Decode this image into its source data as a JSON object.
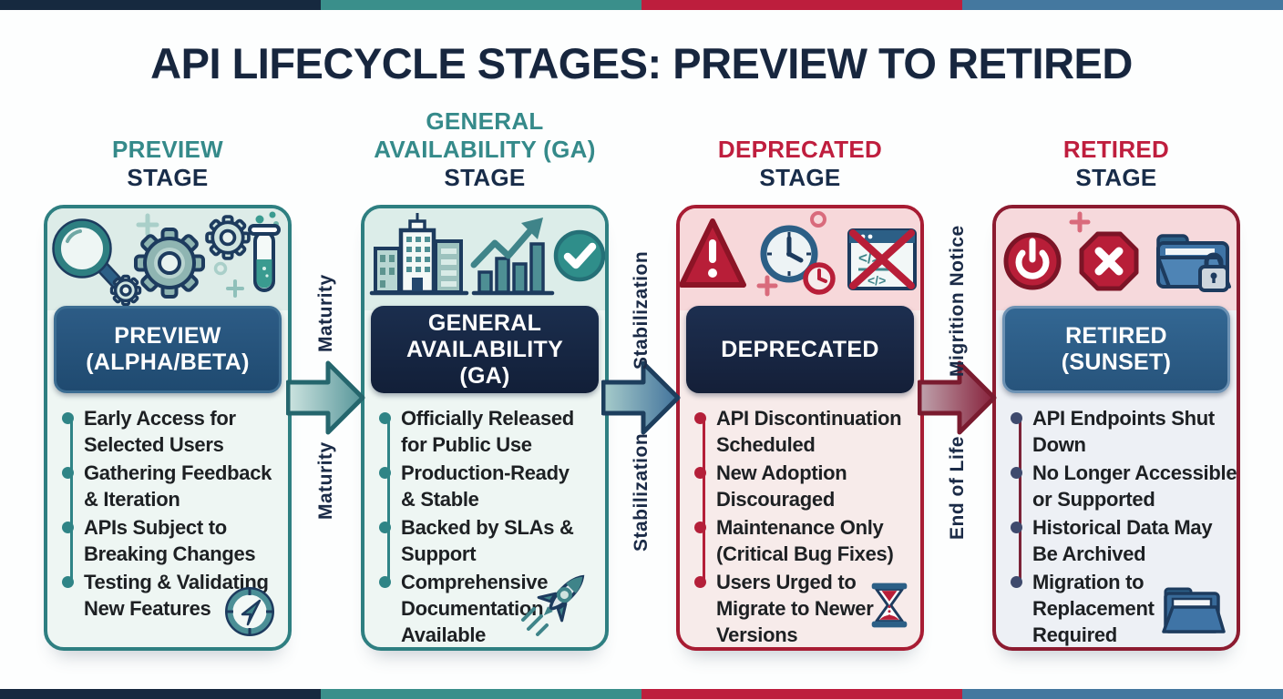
{
  "title": "API LIFECYCLE STAGES: PREVIEW TO RETIRED",
  "colors": {
    "bar_navy": "#16293f",
    "bar_teal": "#3a8f8b",
    "bar_crimson": "#bd1e3d",
    "bar_steel": "#44789f",
    "heading_teal": "#358a8a",
    "heading_crimson": "#bf1e3e",
    "heading_navy": "#182c49"
  },
  "stages": [
    {
      "id": "preview",
      "heading_lines": [
        "PREVIEW"
      ],
      "heading_stage": "STAGE",
      "band_lines": [
        "PREVIEW",
        "(ALPHA/BETA)"
      ],
      "band_color": "#26527b",
      "border_color": "#2e7f81",
      "top_bg": "#ddece8",
      "body_bg": "#eef6f3",
      "accent": "#2f8486",
      "icons": [
        "magnifier-icon",
        "gears-icon",
        "test-tube-icon"
      ],
      "corner_icon": "compass-icon",
      "bullets": [
        {
          "lines": [
            "Early Access for",
            "Selected Users"
          ]
        },
        {
          "lines": [
            "Gathering Feedback",
            "& Iteration"
          ]
        },
        {
          "lines": [
            "APIs Subject to",
            "Breaking Changes"
          ]
        },
        {
          "lines": [
            "Testing & Validating",
            "New Features"
          ]
        }
      ]
    },
    {
      "id": "general-availability",
      "heading_lines": [
        "GENERAL",
        "AVAILABILITY (GA)"
      ],
      "heading_stage": "STAGE",
      "band_lines": [
        "GENERAL",
        "AVAILABILITY",
        "(GA)"
      ],
      "band_color": "#152440",
      "border_color": "#2e7f81",
      "top_bg": "#dcede9",
      "body_bg": "#eef6f3",
      "accent": "#2f8486",
      "icons": [
        "buildings-icon",
        "growth-chart-icon",
        "check-circle-icon"
      ],
      "corner_icon": "rocket-icon",
      "bullets": [
        {
          "lines": [
            "Officially Released",
            "for Public Use"
          ]
        },
        {
          "lines": [
            "Production-Ready",
            "& Stable"
          ]
        },
        {
          "lines": [
            "Backed by SLAs &",
            "Support"
          ]
        },
        {
          "lines": [
            "Comprehensive",
            "Documentation",
            "Available"
          ]
        }
      ]
    },
    {
      "id": "deprecated",
      "heading_lines": [
        "DEPRECATED"
      ],
      "heading_stage": "STAGE",
      "band_lines": [
        "DEPRECATED"
      ],
      "band_color": "#182844",
      "border_color": "#a81c33",
      "top_bg": "#f7d8da",
      "body_bg": "#f7ebea",
      "accent": "#b41f39",
      "icons": [
        "warning-triangle-icon",
        "clock-icon",
        "crossed-code-window-icon"
      ],
      "corner_icon": "hourglass-icon",
      "bullets": [
        {
          "lines": [
            "API Discontinuation",
            "Scheduled"
          ]
        },
        {
          "lines": [
            "New Adoption",
            "Discouraged"
          ]
        },
        {
          "lines": [
            "Maintenance Only",
            "(Critical Bug Fixes)"
          ]
        },
        {
          "lines": [
            "Users Urged to",
            "Migrate to Newer",
            "Versions"
          ]
        }
      ]
    },
    {
      "id": "retired",
      "heading_lines": [
        "RETIRED"
      ],
      "heading_stage": "STAGE",
      "band_lines": [
        "RETIRED",
        "(SUNSET)"
      ],
      "band_color": "#2d5e87",
      "border_color": "#8c1b30",
      "top_bg": "#f6d9dc",
      "body_bg": "#edf0f5",
      "accent_dot": "#3e4a6d",
      "accent_line": "#7c2338",
      "icons": [
        "power-icon",
        "stop-x-icon",
        "locked-folder-icon"
      ],
      "corner_icon": "open-folder-icon",
      "bullets": [
        {
          "lines": [
            "API Endpoints Shut",
            "Down"
          ]
        },
        {
          "lines": [
            "No Longer Accessible",
            "or Supported"
          ]
        },
        {
          "lines": [
            "Historical Data May",
            "Be Archived"
          ]
        },
        {
          "lines": [
            "Migration to",
            "Replacement",
            "Required"
          ]
        }
      ]
    }
  ],
  "transitions": [
    {
      "top_label": "Maturity",
      "bottom_label": "Maturity"
    },
    {
      "top_label": "Stabilization",
      "bottom_label": "Stabilization"
    },
    {
      "top_label": "Migrition Notice",
      "bottom_label": "End of Life"
    }
  ]
}
